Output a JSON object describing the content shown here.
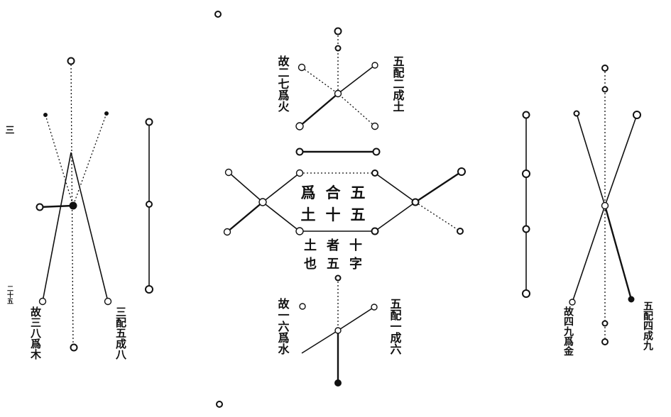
{
  "center_panel": {
    "top_left_caption": "故二七爲火",
    "top_right_caption": "五配二成土",
    "middle_text_row1": "爲合五",
    "middle_text_row2": "土十五",
    "middle_text_row3": "土者十",
    "middle_text_row4": "也五字",
    "bottom_left_caption": "故一六爲水",
    "bottom_right_caption": "五配一成六"
  },
  "left_panel": {
    "edge_mark_top": "三",
    "edge_mark_bottom": "二十五",
    "bottom_left_caption": "故三八爲木",
    "bottom_right_caption": "三配五成八"
  },
  "right_panel": {
    "bottom_left_caption": "故四九爲金",
    "bottom_right_caption": "五配四成九"
  }
}
